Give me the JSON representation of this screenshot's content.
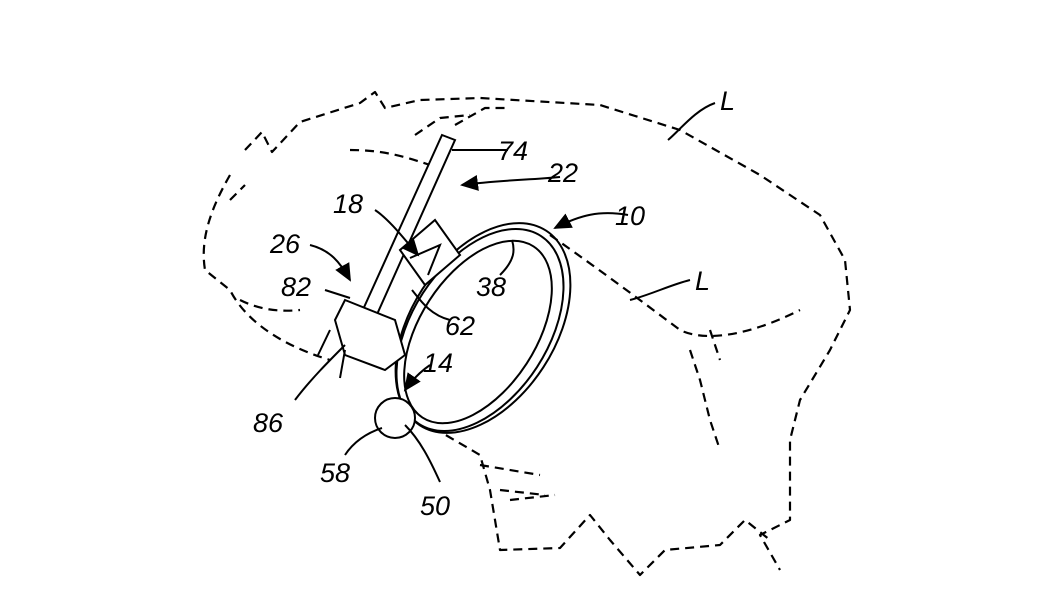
{
  "figure": {
    "labels": {
      "L_top": "L",
      "L_right": "L",
      "n74": "74",
      "n22": "22",
      "n10": "10",
      "n18": "18",
      "n26": "26",
      "n82": "82",
      "n38": "38",
      "n62": "62",
      "n14": "14",
      "n86": "86",
      "n58": "58",
      "n50": "50"
    }
  }
}
